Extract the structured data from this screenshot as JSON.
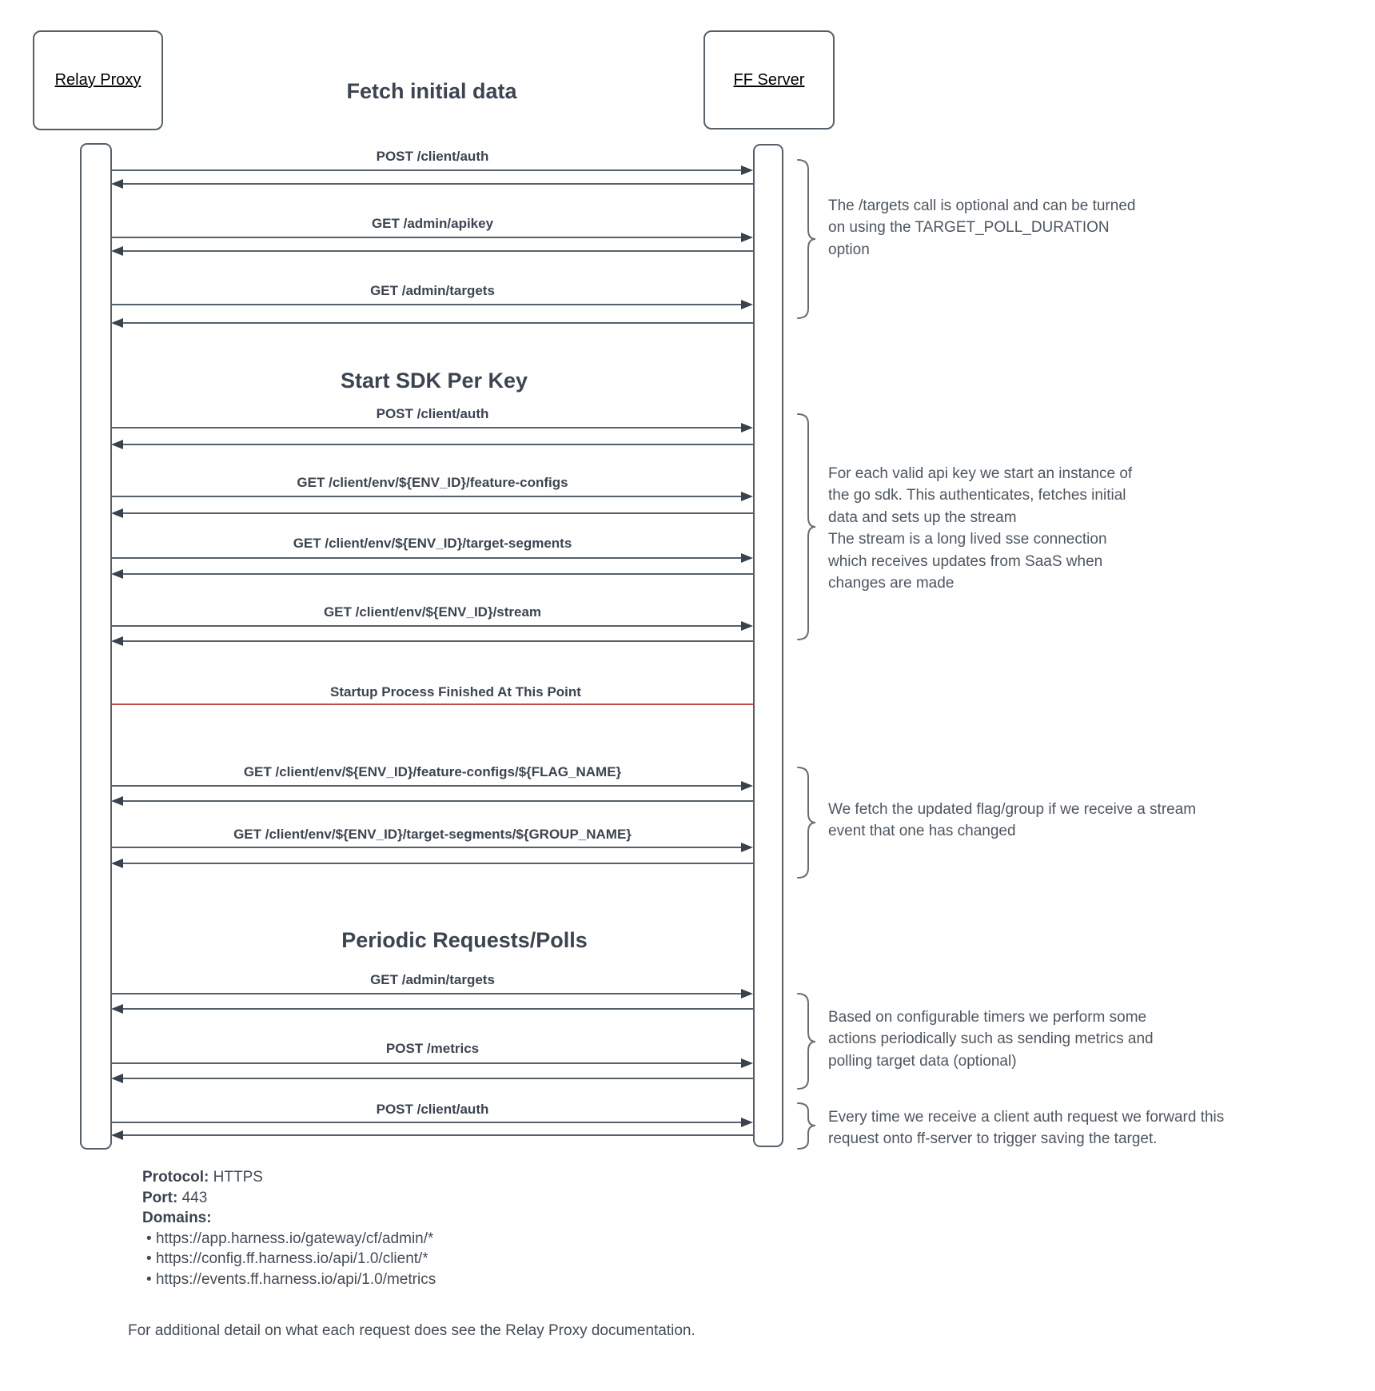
{
  "diagram": {
    "actors": [
      {
        "name": "Relay Proxy"
      },
      {
        "name": "FF Server"
      }
    ],
    "headings": {
      "main": "Fetch initial data",
      "sdk": "Start SDK Per Key",
      "periodic": "Periodic Requests/Polls"
    },
    "separator": {
      "label": "Startup Process Finished At This Point"
    },
    "messages": [
      {
        "label": "POST /client/auth"
      },
      {
        "label": "GET /admin/apikey"
      },
      {
        "label": "GET /admin/targets"
      },
      {
        "label": "POST /client/auth"
      },
      {
        "label": "GET /client/env/${ENV_ID}/feature-configs"
      },
      {
        "label": "GET /client/env/${ENV_ID}/target-segments"
      },
      {
        "label": "GET /client/env/${ENV_ID}/stream"
      },
      {
        "label": "GET /client/env/${ENV_ID}/feature-configs/${FLAG_NAME}"
      },
      {
        "label": "GET /client/env/${ENV_ID}/target-segments/${GROUP_NAME}"
      },
      {
        "label": "GET /admin/targets"
      },
      {
        "label": "POST /metrics"
      },
      {
        "label": "POST /client/auth"
      }
    ],
    "annotations": [
      {
        "text": "The /targets call is optional and can be turned\non using the TARGET_POLL_DURATION\noption"
      },
      {
        "text": "For each valid api key we start an instance of\nthe go sdk. This authenticates, fetches initial\ndata and sets up the stream\nThe stream is a long lived sse connection\nwhich receives updates from SaaS when\nchanges are made"
      },
      {
        "text": "We fetch the updated flag/group if we receive a stream\nevent that one has changed"
      },
      {
        "text": "Based on configurable timers we perform some\nactions periodically such as sending metrics and\npolling target data (optional)"
      },
      {
        "text": "Every time we receive a client auth request we forward this\nrequest onto ff-server to trigger saving the target."
      }
    ],
    "footer": {
      "protocol_label": "Protocol:",
      "protocol_value": "HTTPS",
      "port_label": "Port:",
      "port_value": "443",
      "domains_label": "Domains:",
      "domains": [
        "https://app.harness.io/gateway/cf/admin/*",
        "https://config.ff.harness.io/api/1.0/client/*",
        "https://events.ff.harness.io/api/1.0/metrics"
      ],
      "note": "For additional detail on what each request does see the Relay Proxy documentation."
    },
    "colors": {
      "line_gray": "#566069",
      "separator_red": "#c24b4b",
      "text_dark": "#3b4450"
    }
  }
}
